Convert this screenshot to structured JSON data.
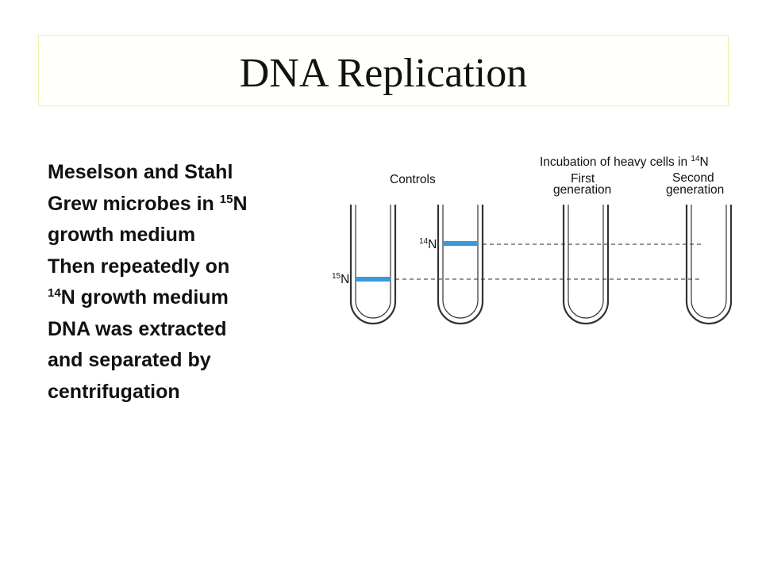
{
  "slide": {
    "title": "DNA Replication",
    "body_lines": [
      {
        "pre": "Meselson and Stahl",
        "sup": "",
        "post": ""
      },
      {
        "pre": "Grew microbes in ",
        "sup": "15",
        "post": "N"
      },
      {
        "pre": "growth medium",
        "sup": "",
        "post": ""
      },
      {
        "pre": "Then repeatedly on",
        "sup": "",
        "post": ""
      },
      {
        "pre": "",
        "sup": "14",
        "post": "N growth medium"
      },
      {
        "pre": "DNA was extracted",
        "sup": "",
        "post": ""
      },
      {
        "pre": "and separated by",
        "sup": "",
        "post": ""
      },
      {
        "pre": "centrifugation",
        "sup": "",
        "post": ""
      }
    ]
  },
  "figure": {
    "incubation_label": {
      "pre": "Incubation of heavy cells in ",
      "sup": "14",
      "post": "N"
    },
    "controls_label": "Controls",
    "first_gen_label_1": "First",
    "first_gen_label_2": "generation",
    "second_gen_label_1": "Second",
    "second_gen_label_2": "generation",
    "band_15n": {
      "sup": "15",
      "base": "N"
    },
    "band_14n": {
      "sup": "14",
      "base": "N"
    },
    "band_color": "#3a9ad9"
  }
}
